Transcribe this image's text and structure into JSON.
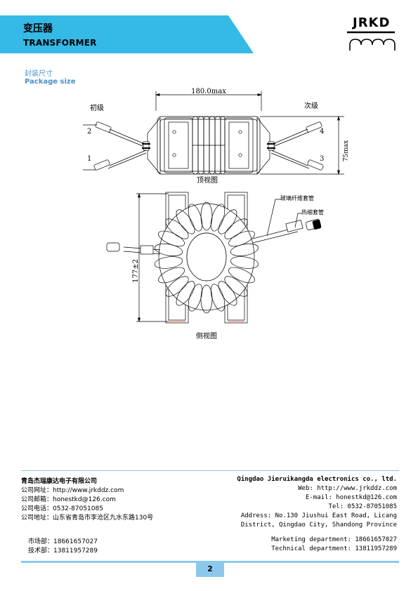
{
  "header": {
    "title_cn": "变压器",
    "title_en": "TRANSFORMER",
    "logo_text": "JRKD",
    "band_color": "#35b9e6"
  },
  "section": {
    "title_cn": "封装尺寸",
    "title_en": "Package size"
  },
  "drawing": {
    "width_dim": "180.0max",
    "height_dim": "75max",
    "side_height_dim": "177±2",
    "primary_label": "初级",
    "secondary_label": "次级",
    "pin_1": "1",
    "pin_2": "2",
    "pin_3": "3",
    "pin_4": "4",
    "top_view_caption": "顶视图",
    "side_view_caption": "侧视图",
    "fiberglass_sleeve": "玻璃纤维套管",
    "heat_shrink_sleeve": "热缩套管"
  },
  "footer": {
    "company_cn": "青岛杰瑞康达电子有限公司",
    "website_cn": "公司网址：http://www.jrkddz.com",
    "email_cn": "公司邮箱：honestkd@126.com",
    "phone_cn": "公司电话：0532-87051085",
    "address_cn": "公司地址：山东省青岛市李沧区九水东路130号",
    "marketing_cn": "市场部：18661657027",
    "technical_cn": "技术部：13811957289",
    "company_en": "Qingdao Jieruikangda electronics co., ltd.",
    "website_en": "Web: http://www.jrkddz.com",
    "email_en": "E-mail: honestkd@126.com",
    "phone_en": "Tel: 0532-87051085",
    "address_en_1": "Address: No.130 Jiushui East Road, Licang",
    "address_en_2": "District, Qingdao City, Shandong Province",
    "marketing_en": "Marketing department: 18661657027",
    "technical_en": "Technical department: 13811957289",
    "page_number": "2"
  }
}
